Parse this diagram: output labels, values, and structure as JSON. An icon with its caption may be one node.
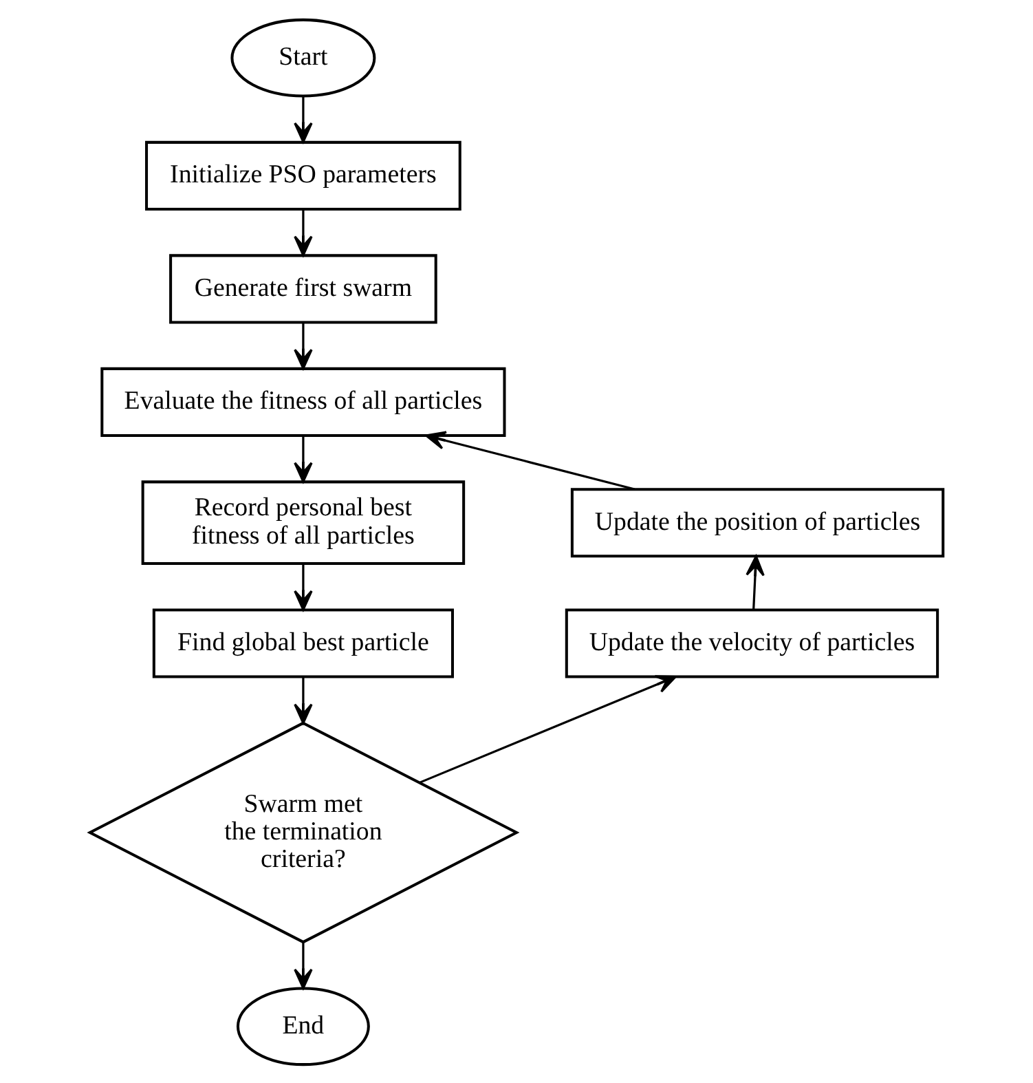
{
  "diagram": {
    "nodes": [
      {
        "text": [
          "Start"
        ]
      },
      {
        "text": [
          "Initialize PSO parameters"
        ]
      },
      {
        "text": [
          "Generate first swarm"
        ]
      },
      {
        "text": [
          "Evaluate the fitness of all particles"
        ]
      },
      {
        "text": [
          "Record personal best fitness of all particles"
        ]
      },
      {
        "text": [
          "Find global best particle"
        ]
      },
      {
        "text": [
          "Swarm met the termination criteria?"
        ]
      },
      {
        "text": [
          "End"
        ]
      },
      {
        "text": [
          "Update the position of particles"
        ]
      },
      {
        "text": [
          "Update the velocity of particles"
        ]
      }
    ],
    "edges": [
      {
        "from": 0,
        "to": 1,
        "arrow": "to"
      },
      {
        "from": 1,
        "to": 2,
        "arrow": "to"
      },
      {
        "from": 2,
        "to": 3,
        "arrow": "to"
      },
      {
        "from": 3,
        "to": 4,
        "arrow": "to"
      },
      {
        "from": 4,
        "to": 5,
        "arrow": "to"
      },
      {
        "from": 5,
        "to": 6,
        "arrow": "to"
      },
      {
        "from": 6,
        "to": 7,
        "arrow": "to"
      },
      {
        "from": 6,
        "to": 9,
        "arrow": "to"
      },
      {
        "from": 9,
        "to": 8,
        "arrow": "to"
      },
      {
        "from": 8,
        "to": 3,
        "arrow": "to"
      }
    ]
  }
}
